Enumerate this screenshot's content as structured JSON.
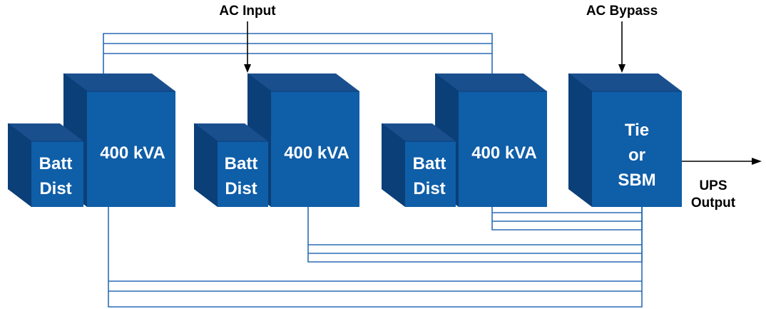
{
  "inputs": {
    "ac_input": "AC Input",
    "ac_bypass": "AC Bypass"
  },
  "modules": [
    {
      "ups_label": "400 kVA",
      "batt_line1": "Batt",
      "batt_line2": "Dist"
    },
    {
      "ups_label": "400 kVA",
      "batt_line1": "Batt",
      "batt_line2": "Dist"
    },
    {
      "ups_label": "400 kVA",
      "batt_line1": "Batt",
      "batt_line2": "Dist"
    }
  ],
  "tie": {
    "line1": "Tie",
    "line2": "or",
    "line3": "SBM"
  },
  "output": {
    "line1": "UPS",
    "line2": "Output"
  },
  "colors": {
    "block": "#0f5ea8",
    "wire": "#2b6cb5"
  }
}
